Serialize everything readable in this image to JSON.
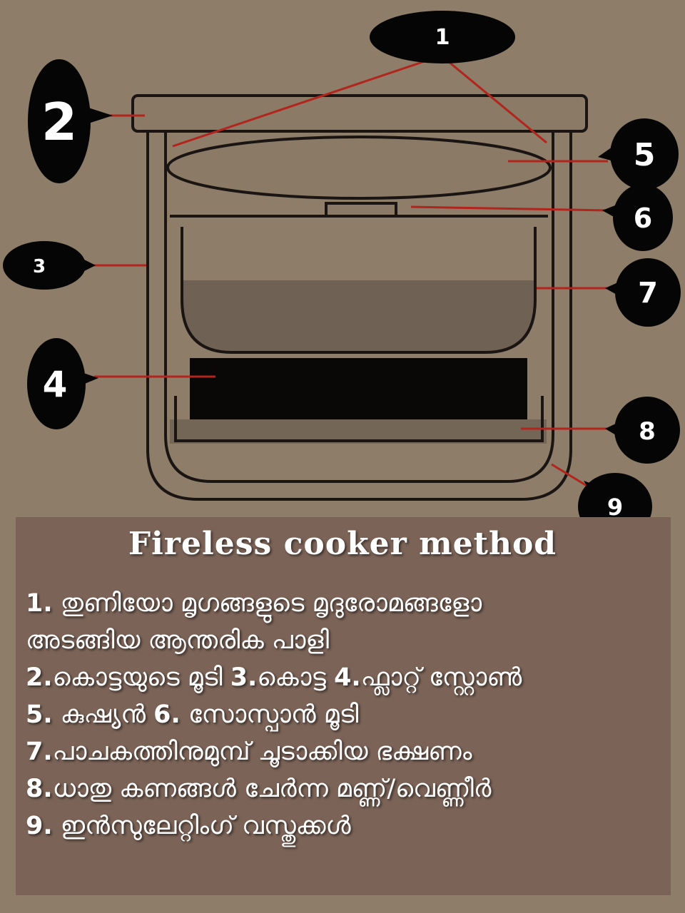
{
  "callouts": [
    "1",
    "2",
    "3",
    "4",
    "5",
    "6",
    "7",
    "8",
    "9"
  ],
  "title": "Fireless cooker method",
  "legend_lines": [
    [
      [
        "1.",
        " തുണിയോ മൃഗങ്ങളുടെ മൃദുരോമങ്ങളോ"
      ]
    ],
    [
      [
        "",
        "അടങ്ങിയ ആന്തരിക പാളി"
      ]
    ],
    [
      [
        "2.",
        "കൊട്ടയുടെ മൂടി "
      ],
      [
        "3.",
        "കൊട്ട "
      ],
      [
        "4.",
        "ഫ്ലാറ്റ് സ്റ്റോൺ"
      ]
    ],
    [
      [
        "5.",
        " കുഷ്യൻ "
      ],
      [
        "6.",
        " സോസ്പാൻ മൂടി"
      ]
    ],
    [
      [
        "7.",
        "പാചകത്തിനുമുമ്പ് ചൂടാക്കിയ ഭക്ഷണം"
      ]
    ],
    [
      [
        "8.",
        "ധാതു കണങ്ങൾ ചേർന്ന മണ്ണ്/വെണ്ണീർ"
      ]
    ],
    [
      [
        "9.",
        " ഇൻസുലേറ്റിംഗ് വസ്തുക്കൾ"
      ]
    ]
  ],
  "colors": {
    "background": "#8d7d69",
    "outline": "#1a1512",
    "leader_line": "#b3241c",
    "food": "#6f6153",
    "stone": "#0a0807",
    "callout_bubble": "#050505",
    "text": "#ffffff"
  }
}
